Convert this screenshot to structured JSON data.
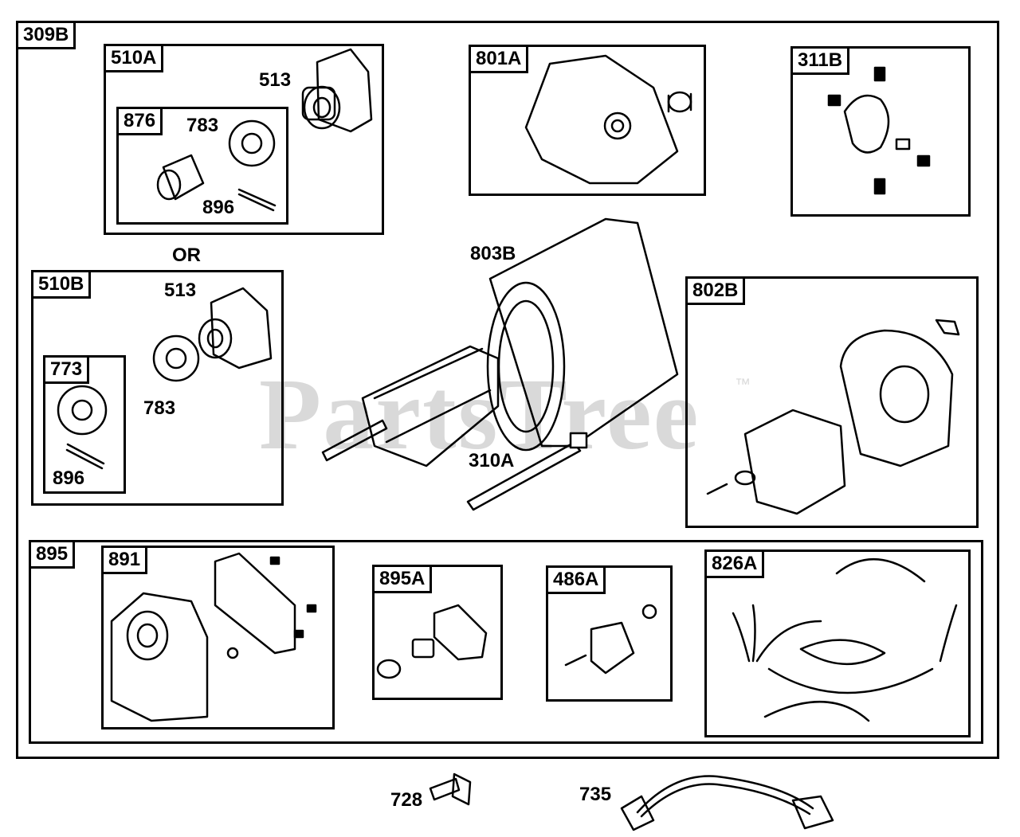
{
  "watermark": {
    "text": "PartsTree",
    "tm": "™"
  },
  "groups": {
    "g309B": "309B",
    "g510A": "510A",
    "g876": "876",
    "g801A": "801A",
    "g311B": "311B",
    "g510B": "510B",
    "g773": "773",
    "g802B": "802B",
    "g895": "895",
    "g891": "891",
    "g895A": "895A",
    "g486A": "486A",
    "g826A": "826A"
  },
  "parts": {
    "p513a": "513",
    "p783a": "783",
    "p896a": "896",
    "or_text": "OR",
    "p513b": "513",
    "p783b": "783",
    "p896b": "896",
    "p803B": "803B",
    "p310A": "310A",
    "p728": "728",
    "p735": "735"
  }
}
